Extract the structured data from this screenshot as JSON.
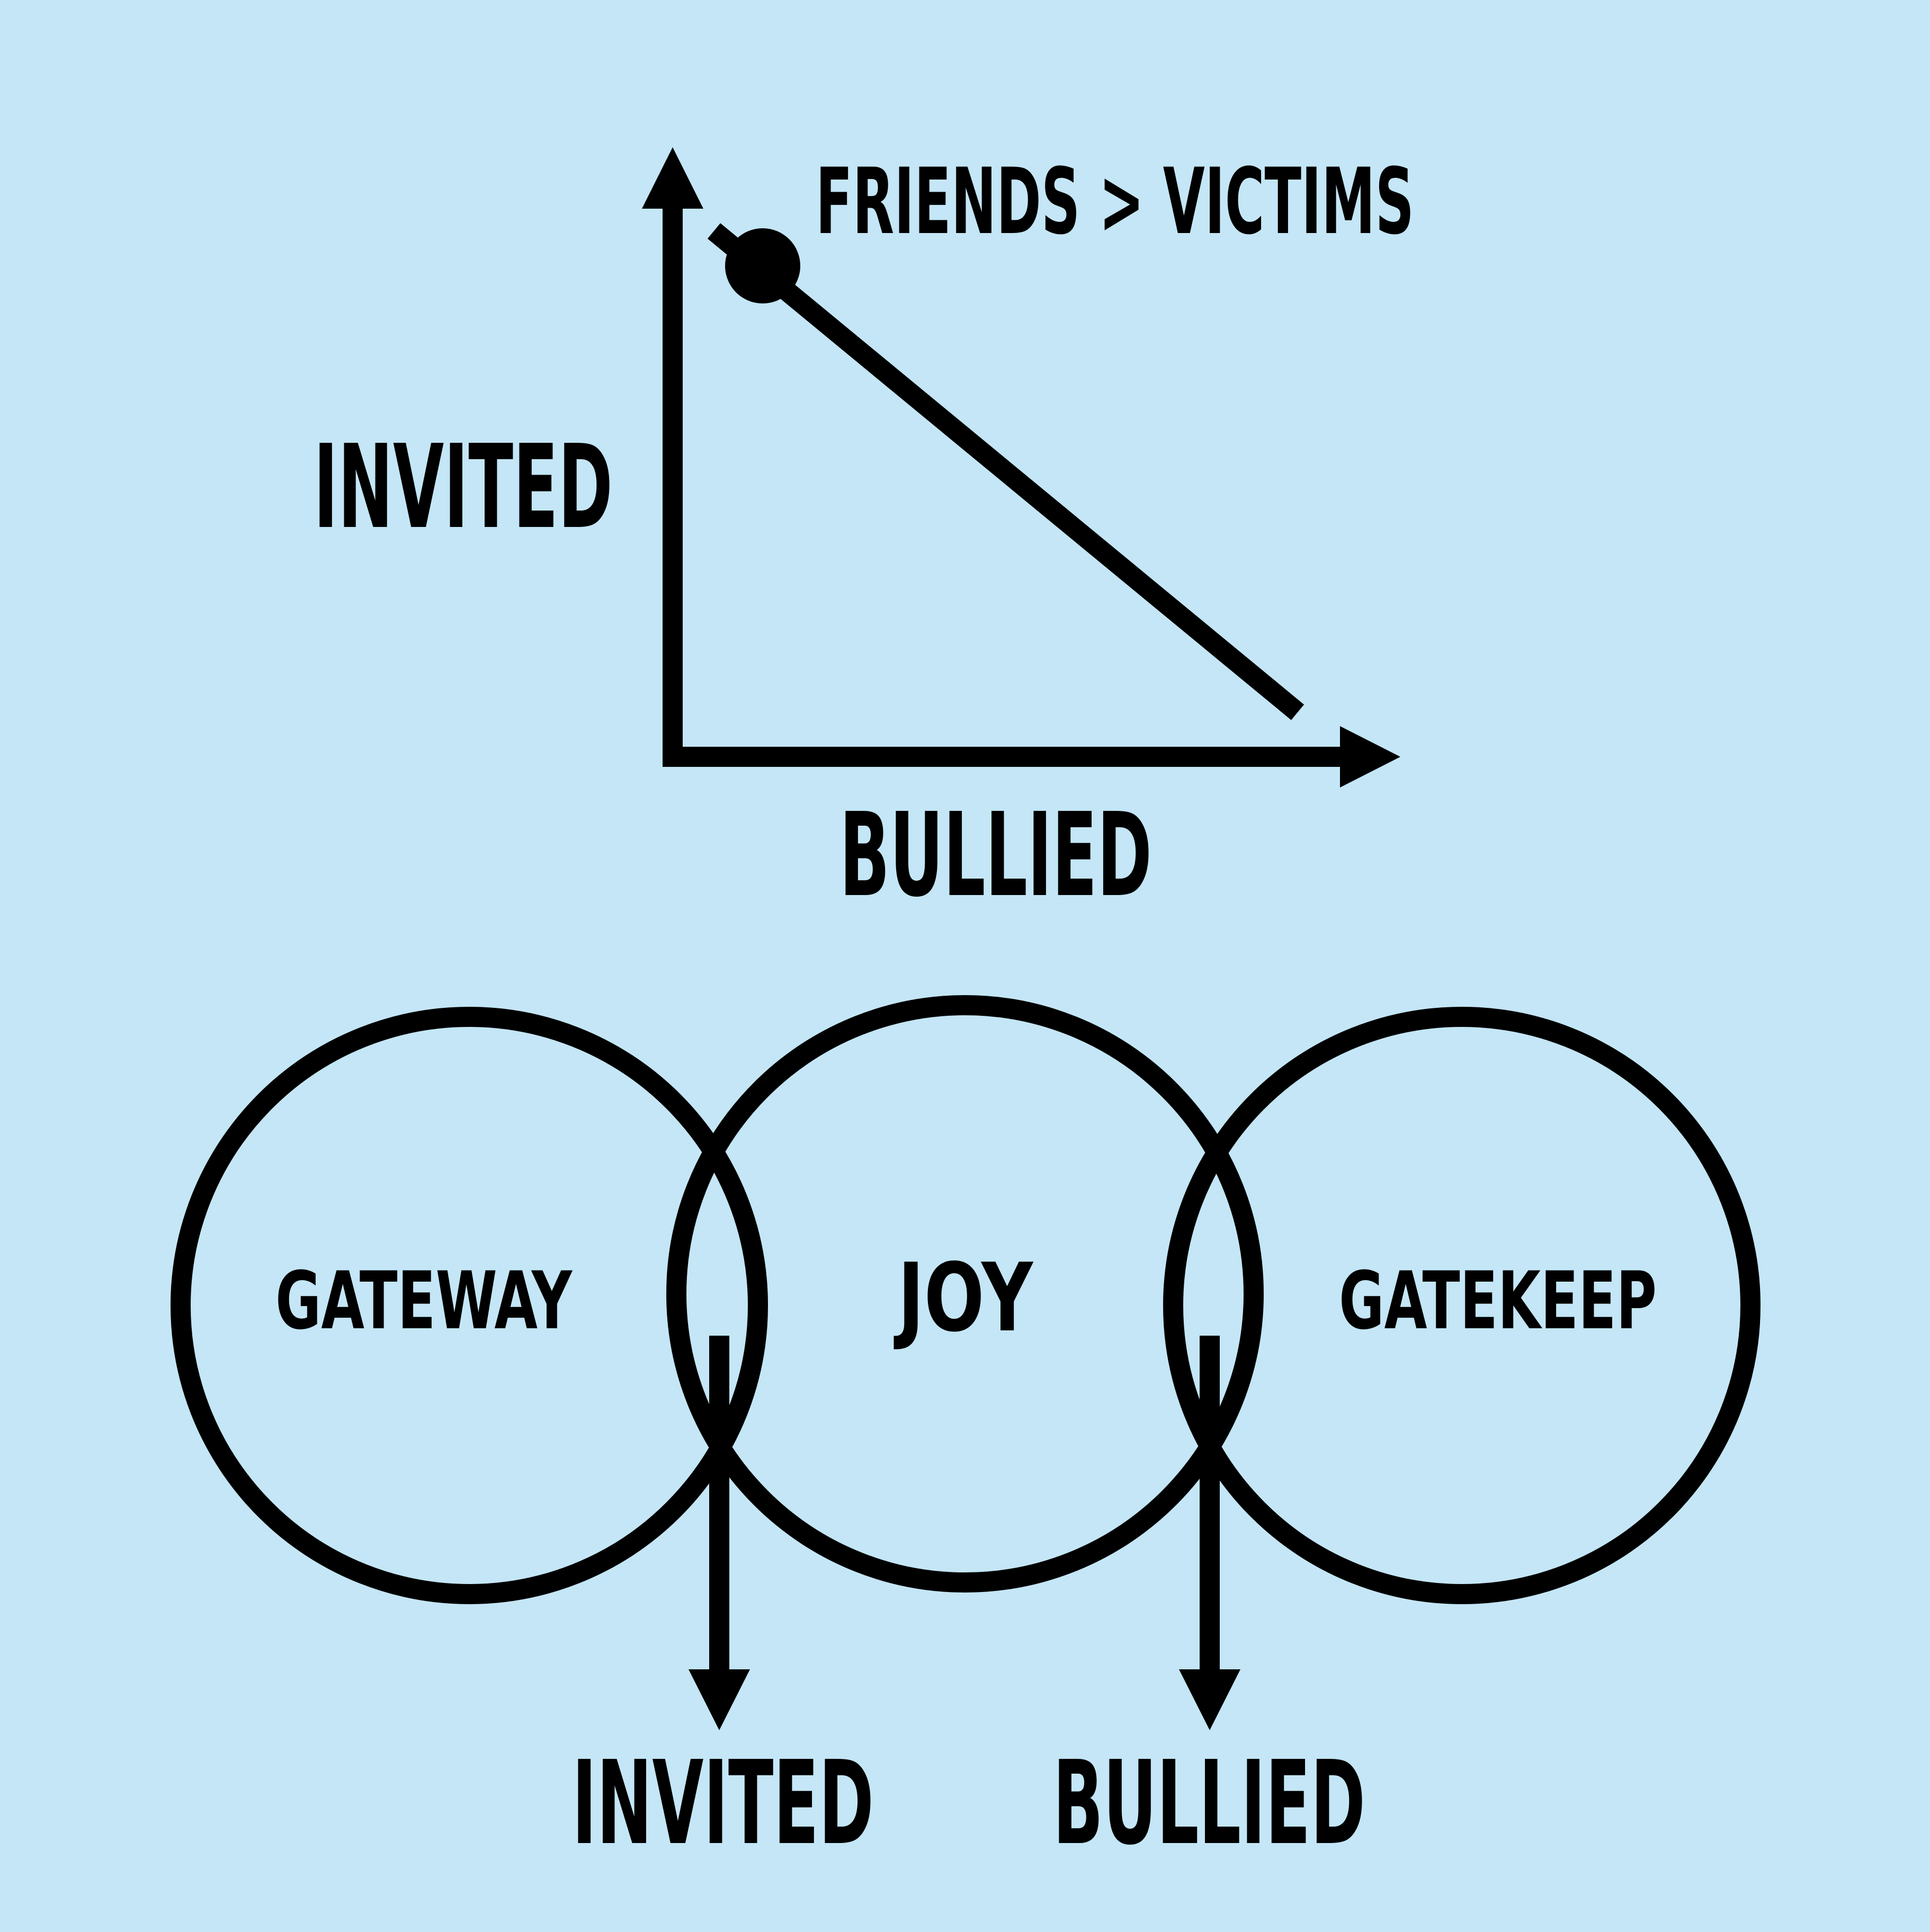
{
  "colors": {
    "background": "#c4e6f6",
    "ink": "#000000"
  },
  "top_diagram": {
    "point_label": "FRIENDS > VICTIMS",
    "y_axis_label": "INVITED",
    "x_axis_label": "BULLIED"
  },
  "venn": {
    "left_circle": "GATEWAY",
    "middle_circle": "JOY",
    "right_circle": "GATEKEEP",
    "left_output": "INVITED",
    "right_output": "BULLIED"
  }
}
